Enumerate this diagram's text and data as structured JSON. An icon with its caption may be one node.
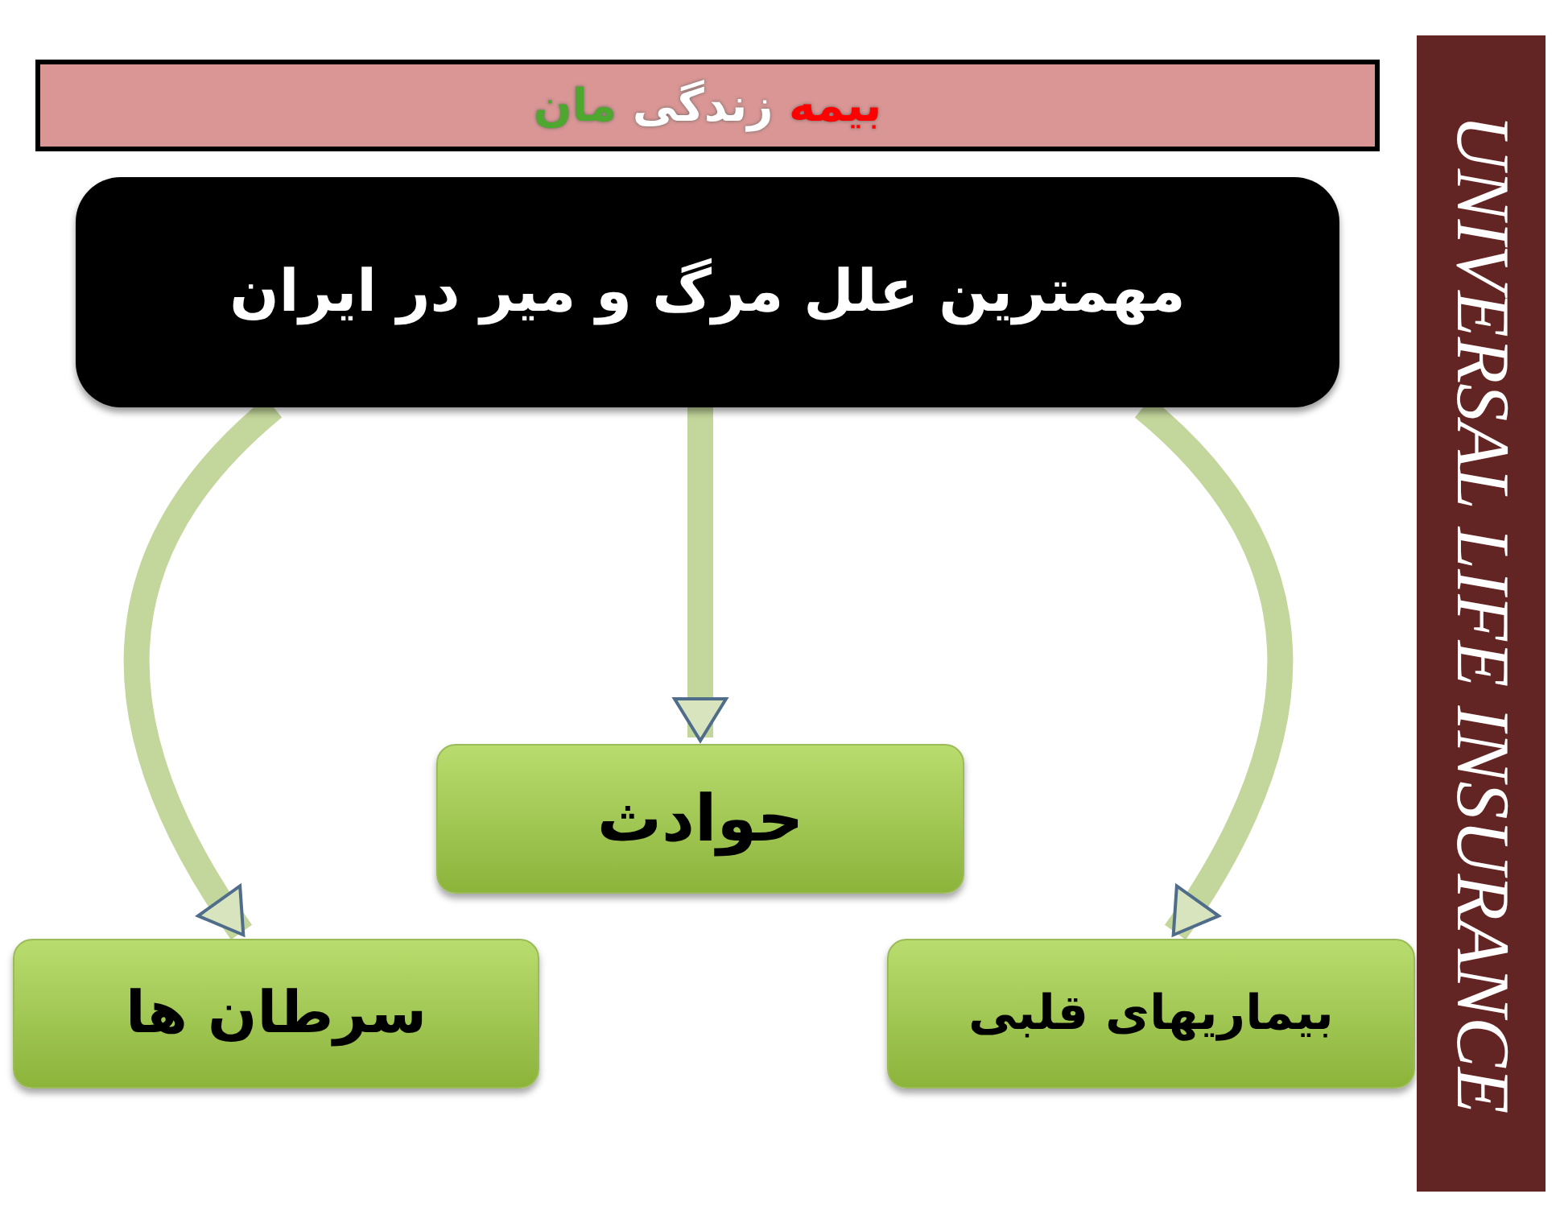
{
  "diagram": {
    "nodes": [
      {
        "text": [
          "بیمه زندگی مان"
        ]
      },
      {
        "text": [
          "مهمترین علل مرگ و میر در ایران"
        ]
      },
      {
        "text": [
          "حوادث"
        ]
      },
      {
        "text": [
          "سرطان ها"
        ]
      },
      {
        "text": [
          "بیماریهای قلبی"
        ]
      },
      {
        "text": [
          "UNIVERSAL LIFE INSURANCE"
        ]
      }
    ],
    "edges": [
      {
        "from": 1,
        "to": 3,
        "arrow": "to"
      },
      {
        "from": 1,
        "to": 2,
        "arrow": "to"
      },
      {
        "from": 1,
        "to": 4,
        "arrow": "to"
      }
    ]
  }
}
